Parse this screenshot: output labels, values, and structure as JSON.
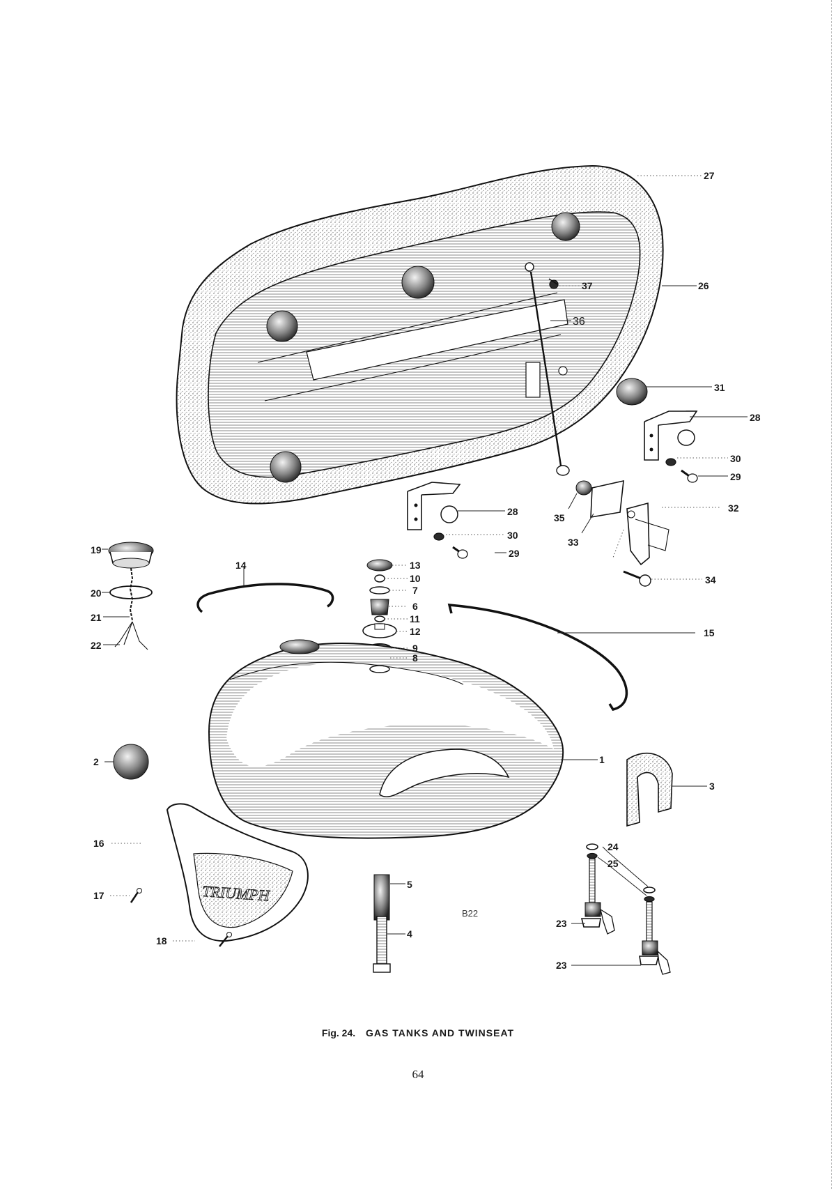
{
  "figure": {
    "number": "Fig. 24.",
    "title": "GAS TANKS AND TWINSEAT",
    "code": "B22"
  },
  "page_number": "64",
  "callouts": {
    "p1": "1",
    "p2": "2",
    "p3": "3",
    "p4": "4",
    "p5": "5",
    "p6": "6",
    "p7": "7",
    "p8": "8",
    "p9": "9",
    "p10": "10",
    "p11": "11",
    "p12": "12",
    "p13": "13",
    "p14": "14",
    "p15": "15",
    "p16": "16",
    "p17": "17",
    "p18": "18",
    "p19": "19",
    "p20": "20",
    "p21": "21",
    "p22": "22",
    "p23a": "23",
    "p23b": "23",
    "p24": "24",
    "p25": "25",
    "p26": "26",
    "p27": "27",
    "p28a": "28",
    "p28b": "28",
    "p29a": "29",
    "p29b": "29",
    "p30a": "30",
    "p30b": "30",
    "p31": "31",
    "p32": "32",
    "p33": "33",
    "p34": "34",
    "p35": "35",
    "p36": "36",
    "p37": "37"
  },
  "badge_text": "TRIUMPH"
}
